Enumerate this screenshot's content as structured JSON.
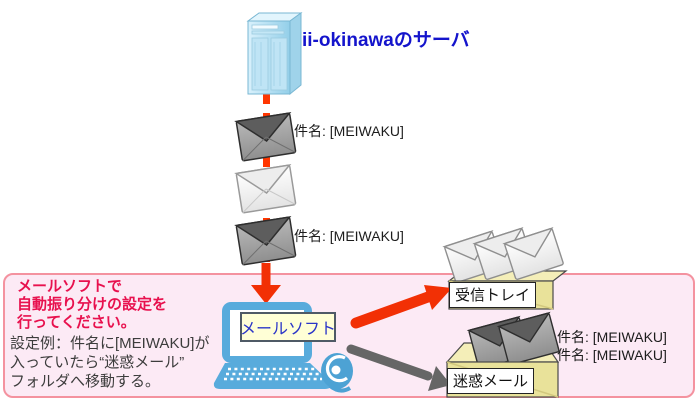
{
  "title": {
    "text": "ii-okinawaのサーバ",
    "color": "#1414cc"
  },
  "flow": {
    "subject_label_top": "件名: [MEIWAKU]",
    "subject_label_mid": "件名: [MEIWAKU]"
  },
  "panel": {
    "warning_lines": [
      "メールソフトで",
      "自動振り分けの設定を",
      "行ってください。"
    ],
    "example_lines": [
      "設定例：件名に[MEIWAKU]が",
      "入っていたら“迷惑メール”",
      "フォルダへ移動する。"
    ],
    "warning_color": "#e8114e",
    "background": "#fceaf5",
    "border_color": "#f4929f"
  },
  "computer": {
    "label": "メールソフト",
    "label_color": "#2a35c8",
    "label_background": "#ffffd6"
  },
  "inbox": {
    "label": "受信トレイ"
  },
  "spam": {
    "label": "迷惑メール",
    "subject_labels": [
      "件名: [MEIWAKU]",
      "件名: [MEIWAKU]"
    ]
  },
  "colors": {
    "flow_line_red": "#ff3600",
    "arrow_red": "#f23005",
    "arrow_gray": "#666666",
    "server_blue": "#a9d9ef",
    "laptop_blue": "#58abdc",
    "tray_khaki": "#e9e29a"
  }
}
